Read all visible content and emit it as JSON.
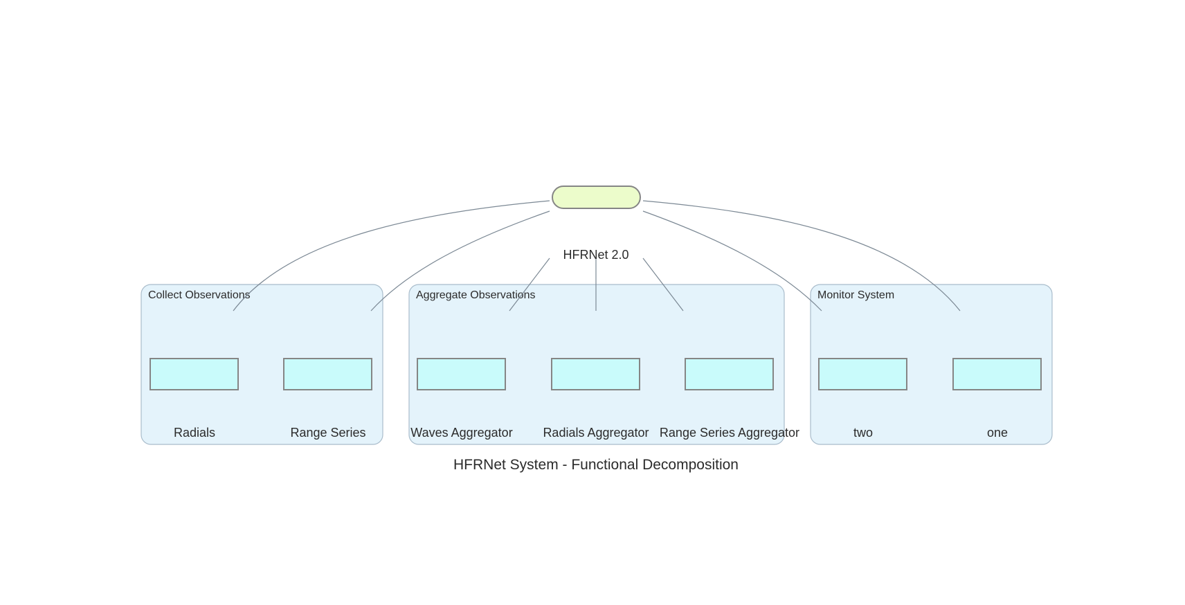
{
  "diagram": {
    "title": "HFRNet System - Functional Decomposition",
    "root": {
      "label": "HFRNet 2.0",
      "fill": "#ecfccb"
    },
    "clusters": [
      {
        "label": "Collect Observations",
        "nodes": [
          "Radials",
          "Range Series"
        ]
      },
      {
        "label": "Aggregate Observations",
        "nodes": [
          "Waves Aggregator",
          "Radials Aggregator",
          "Range Series Aggregator"
        ]
      },
      {
        "label": "Monitor System",
        "nodes": [
          "two",
          "one"
        ]
      }
    ],
    "colors": {
      "cluster_fill": "#e4f3fb",
      "cluster_border": "#a9bccb",
      "leaf_fill": "#c9fbfb",
      "node_border": "#858585",
      "edge": "#7b8894"
    }
  }
}
